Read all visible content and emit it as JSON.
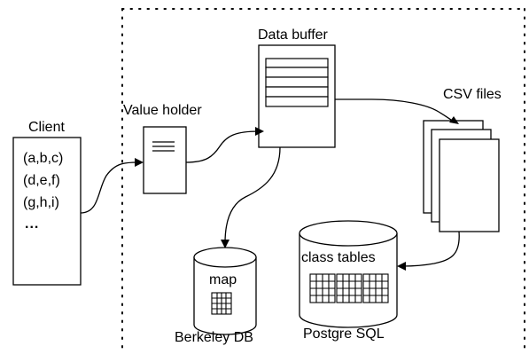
{
  "labels": {
    "client": "Client",
    "value_holder": "Value holder",
    "data_buffer": "Data buffer",
    "csv_files": "CSV files",
    "map": "map",
    "berkeley_db": "Berkeley DB",
    "class_tables": "class tables",
    "postgre_sql": "Postgre SQL"
  },
  "client_rows": [
    "(a,b,c)",
    "(d,e,f)",
    "(g,h,i)"
  ],
  "client_ellipsis": "..."
}
